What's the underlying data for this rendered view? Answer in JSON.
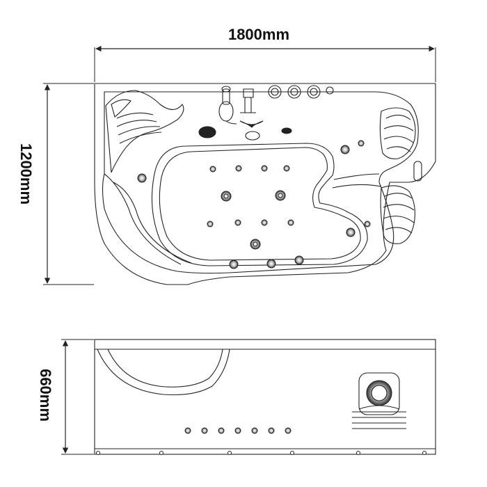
{
  "dimensions": {
    "width_label": "1800mm",
    "length_label": "1200mm",
    "height_label": "660mm"
  },
  "colors": {
    "line": "#222222",
    "background": "#ffffff"
  },
  "views": {
    "top_view": "bathtub-top-view",
    "side_view": "bathtub-side-view"
  }
}
